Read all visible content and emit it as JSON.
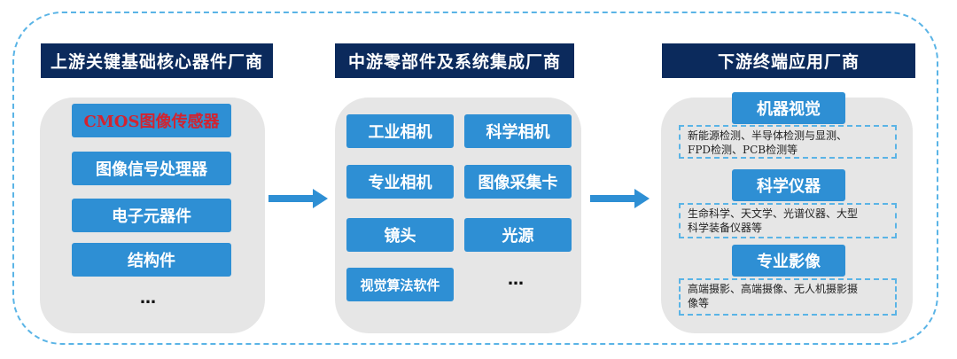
{
  "upstream": {
    "header": "上游关键基础核心器件厂商",
    "items": [
      "CMOS图像传感器",
      "图像信号处理器",
      "电子元器件",
      "结构件"
    ],
    "more": "…"
  },
  "midstream": {
    "header": "中游零部件及系统集成厂商",
    "items": [
      "工业相机",
      "科学相机",
      "专业相机",
      "图像采集卡",
      "镜头",
      "光源",
      "视觉算法软件"
    ],
    "more": "…"
  },
  "downstream": {
    "header": "下游终端应用厂商",
    "sections": [
      {
        "title": "机器视觉",
        "desc_lines": [
          "新能源检测、半导体检测与显测、",
          "FPD检测、PCB检测等"
        ]
      },
      {
        "title": "科学仪器",
        "desc_lines": [
          "生命科学、天文学、光谱仪器、大型",
          "科学装备仪器等"
        ]
      },
      {
        "title": "专业影像",
        "desc_lines": [
          "高端摄影、高端摄像、无人机摄影摄",
          "像等"
        ]
      }
    ]
  },
  "colors": {
    "header_bg": "#0b2a5c",
    "button_bg": "#2e8fd4",
    "accent_red": "#d3232f",
    "dashed_border": "#5ab4e6",
    "panel_bg": "#e6e6e6",
    "arrow": "#2e8fd4"
  }
}
